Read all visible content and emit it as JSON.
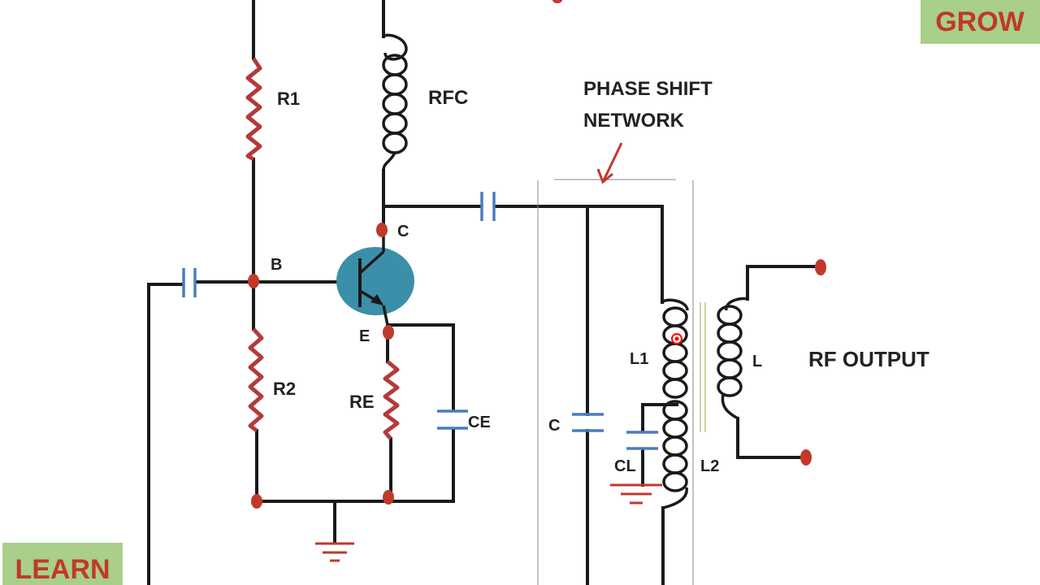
{
  "labels": {
    "r1": "R1",
    "rfc": "RFC",
    "b": "B",
    "c_node": "C",
    "e": "E",
    "r2": "R2",
    "re": "RE",
    "ce": "CE",
    "c_cap": "C",
    "cl": "CL",
    "l1": "L1",
    "l2": "L2",
    "l": "L",
    "rf_output": "RF OUTPUT",
    "phase_shift_line1": "PHASE SHIFT",
    "phase_shift_line2": "NETWORK"
  },
  "badges": {
    "grow": "GROW",
    "learn": "LEARN"
  },
  "colors": {
    "wire": "#1a1a1a",
    "resistor": "#b33a3a",
    "terminal": "#c0392b",
    "capacitor": "#4a7cc0",
    "transistor_body": "#3c8fa8",
    "ground": "#c0392b",
    "badge_bg": "#a9cf8a",
    "badge_text": "#c0392b",
    "cursor": "#ff0000"
  }
}
